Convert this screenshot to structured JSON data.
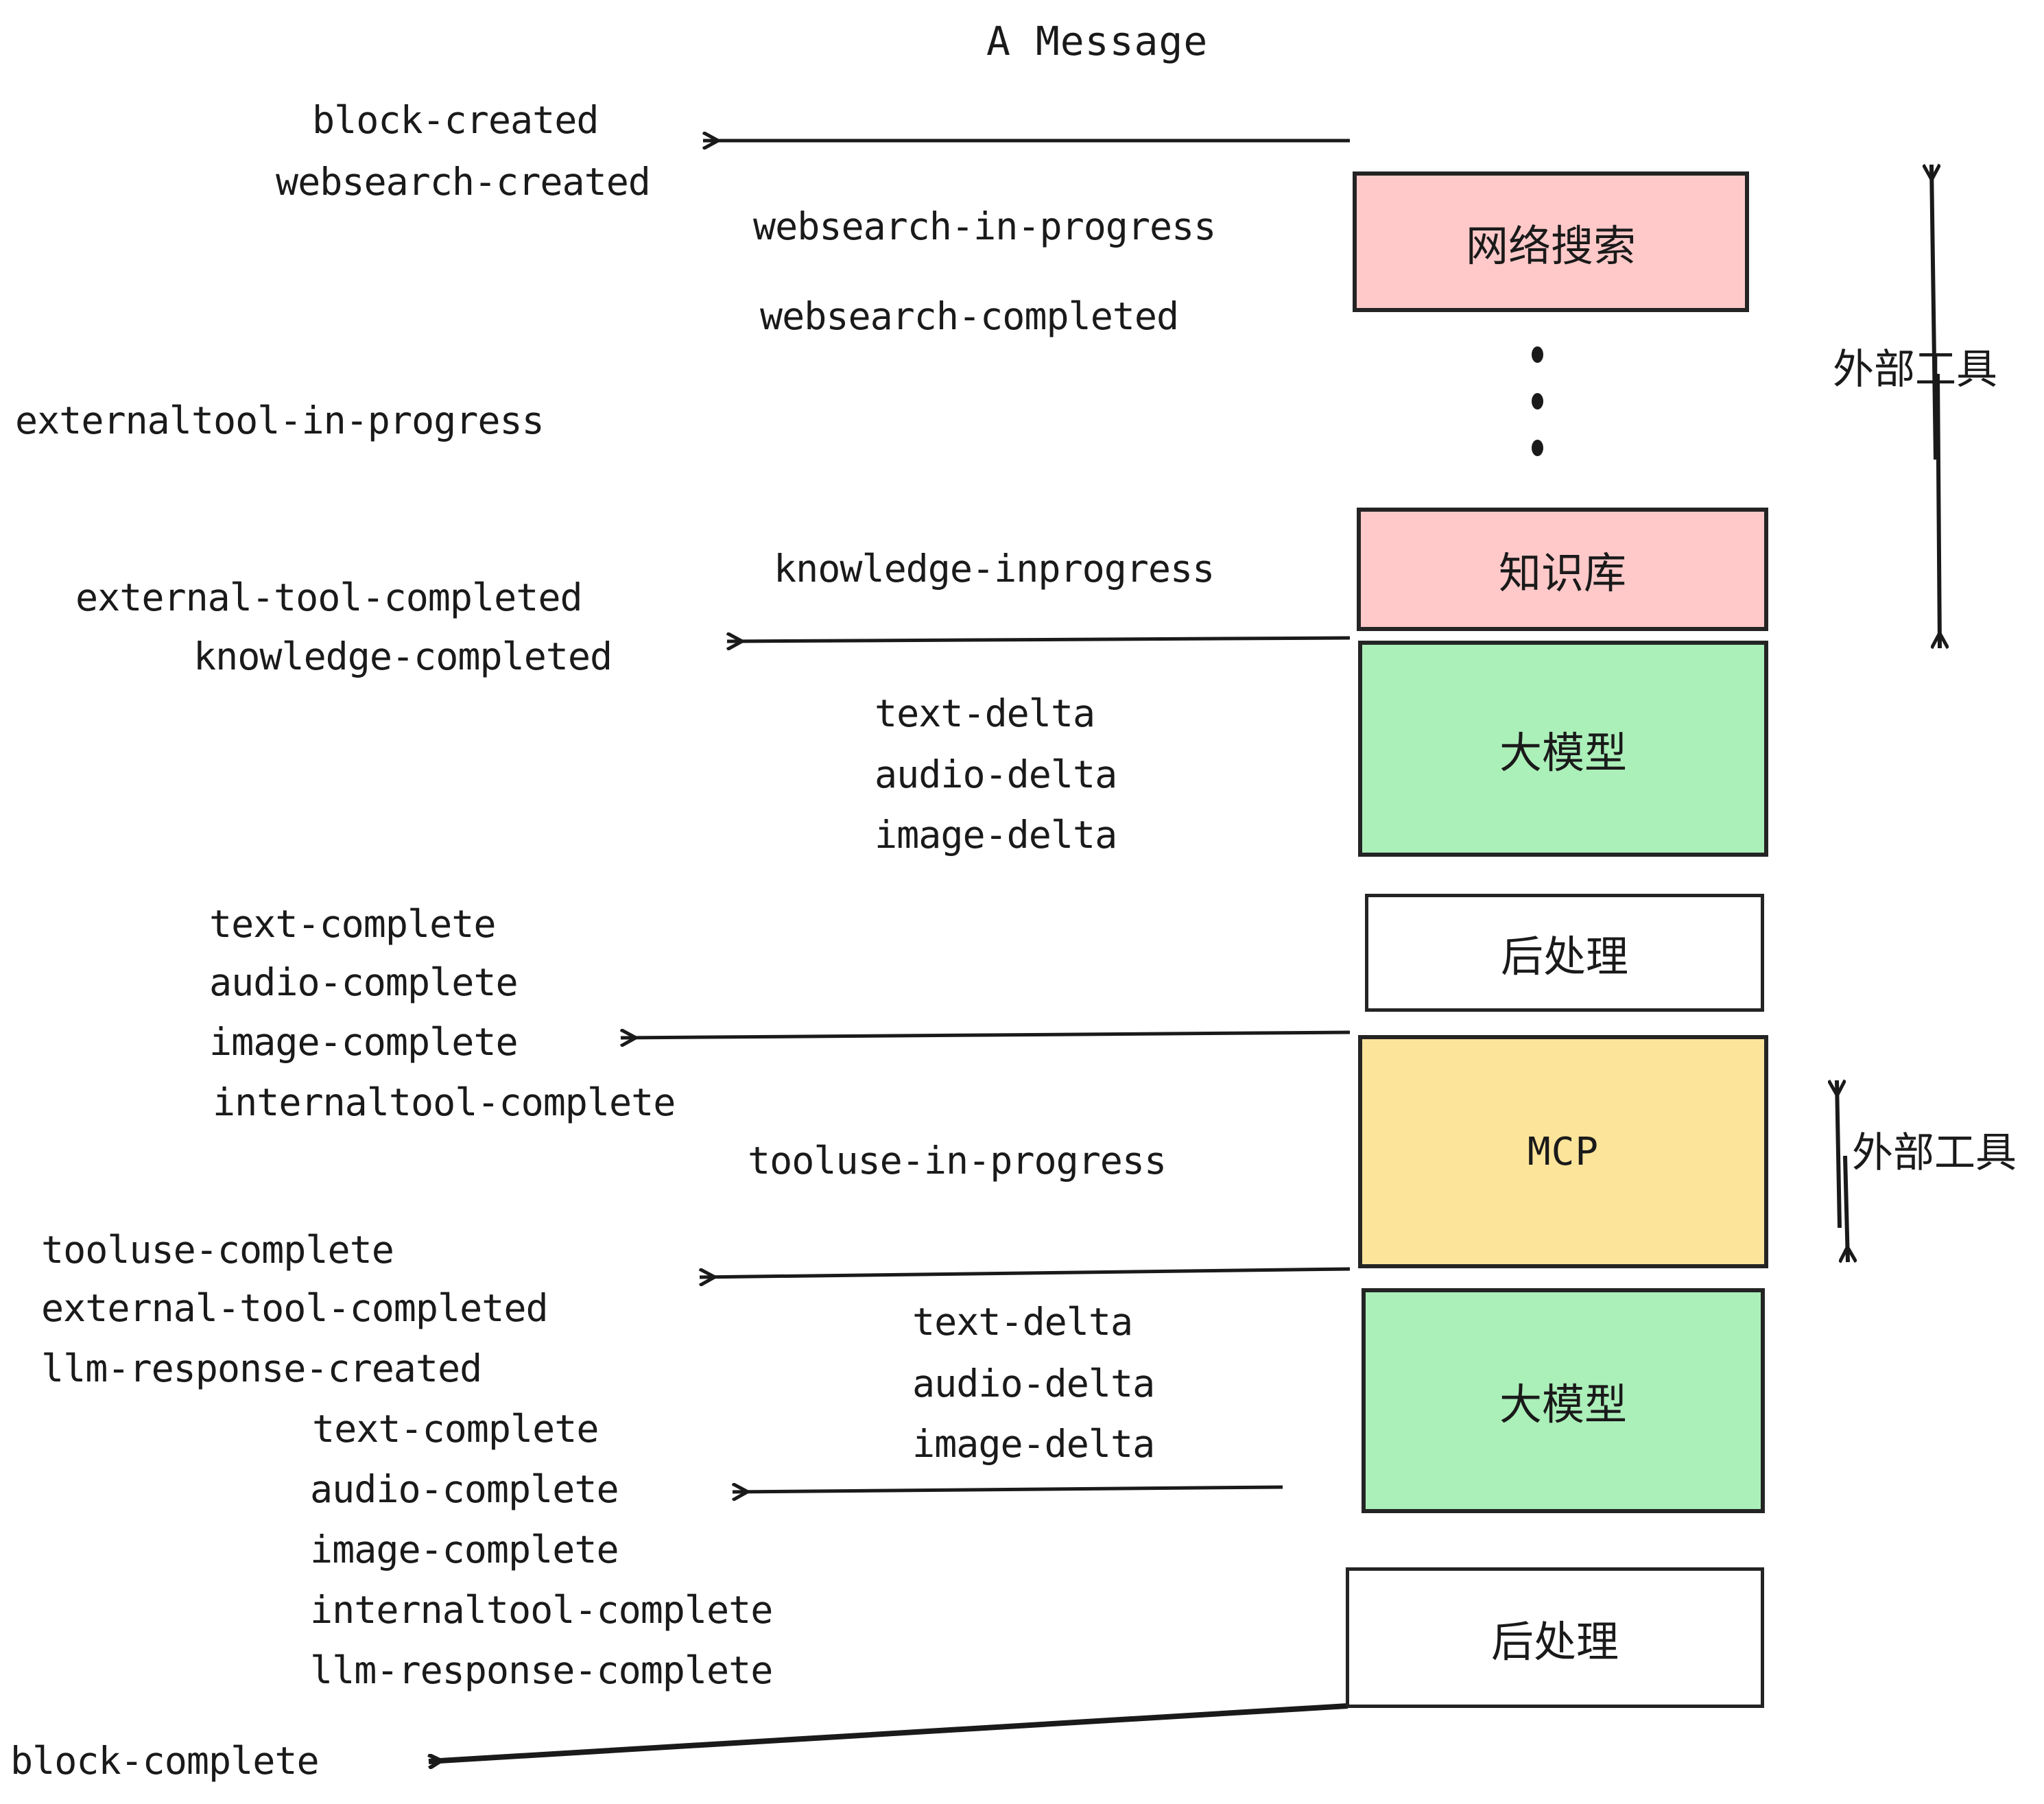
{
  "title": "A Message",
  "boxes": [
    {
      "id": "websearch",
      "label": "网络搜索",
      "color": "#FFC9C9",
      "kind": "cjk"
    },
    {
      "id": "knowledge",
      "label": "知识库",
      "color": "#FFC9C9",
      "kind": "cjk"
    },
    {
      "id": "llm-1",
      "label": "大模型",
      "color": "#ABEFB9",
      "kind": "cjk"
    },
    {
      "id": "postprocess-1",
      "label": "后处理",
      "color": "#FFFFFF",
      "kind": "cjk"
    },
    {
      "id": "mcp",
      "label": "MCP",
      "color": "#FCE49A",
      "kind": "latin"
    },
    {
      "id": "llm-2",
      "label": "大模型",
      "color": "#ABEFB9",
      "kind": "cjk"
    },
    {
      "id": "postprocess-2",
      "label": "后处理",
      "color": "#FFFFFF",
      "kind": "cjk"
    }
  ],
  "side_labels": [
    {
      "id": "external-tool-top",
      "text": "外部工具"
    },
    {
      "id": "external-tool-bottom",
      "text": "外部工具"
    }
  ],
  "events": [
    {
      "id": "block-created",
      "text": "block-created"
    },
    {
      "id": "websearch-created",
      "text": "websearch-created"
    },
    {
      "id": "websearch-in-progress",
      "text": "websearch-in-progress"
    },
    {
      "id": "websearch-completed",
      "text": "websearch-completed"
    },
    {
      "id": "externaltool-in-progress",
      "text": "externaltool-in-progress"
    },
    {
      "id": "knowledge-inprogress",
      "text": "knowledge-inprogress"
    },
    {
      "id": "external-tool-completed-1",
      "text": "external-tool-completed"
    },
    {
      "id": "knowledge-completed",
      "text": "knowledge-completed"
    },
    {
      "id": "text-delta-1",
      "text": "text-delta"
    },
    {
      "id": "audio-delta-1",
      "text": "audio-delta"
    },
    {
      "id": "image-delta-1",
      "text": "image-delta"
    },
    {
      "id": "text-complete-1",
      "text": "text-complete"
    },
    {
      "id": "audio-complete-1",
      "text": "audio-complete"
    },
    {
      "id": "image-complete-1",
      "text": "image-complete"
    },
    {
      "id": "internaltool-complete-1",
      "text": "internaltool-complete"
    },
    {
      "id": "tooluse-in-progress",
      "text": "tooluse-in-progress"
    },
    {
      "id": "tooluse-complete",
      "text": "tooluse-complete"
    },
    {
      "id": "external-tool-completed-2",
      "text": "external-tool-completed"
    },
    {
      "id": "llm-response-created",
      "text": "llm-response-created"
    },
    {
      "id": "text-delta-2",
      "text": "text-delta"
    },
    {
      "id": "audio-delta-2",
      "text": "audio-delta"
    },
    {
      "id": "image-delta-2",
      "text": "image-delta"
    },
    {
      "id": "text-complete-2",
      "text": "text-complete"
    },
    {
      "id": "audio-complete-2",
      "text": "audio-complete"
    },
    {
      "id": "image-complete-2",
      "text": "image-complete"
    },
    {
      "id": "internaltool-complete-2",
      "text": "internaltool-complete"
    },
    {
      "id": "llm-response-complete",
      "text": "llm-response-complete"
    },
    {
      "id": "block-complete",
      "text": "block-complete"
    }
  ],
  "colors": {
    "stroke": "#242424",
    "text": "#1a1a1a",
    "pink": "#FFC9C9",
    "green": "#ABEFB9",
    "yellow": "#FCE49A",
    "white": "#FFFFFF"
  }
}
